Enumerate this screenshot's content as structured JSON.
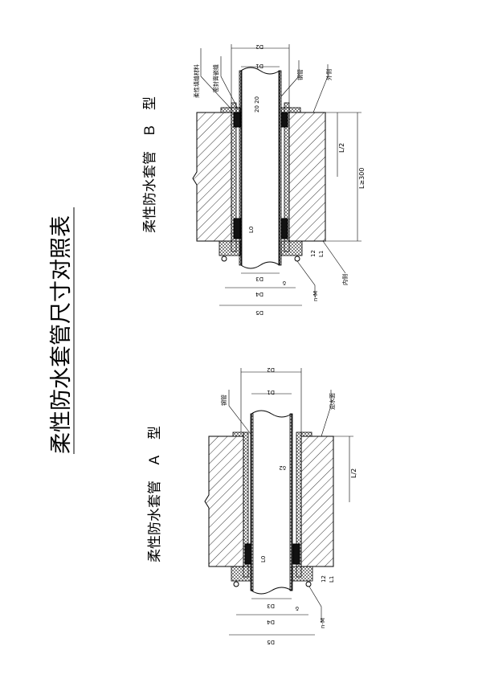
{
  "title": "柔性防水套管尺寸对照表",
  "drawings": [
    {
      "id": "A",
      "caption": "柔性防水套管　Ａ　型",
      "labels": {
        "d1": "D1",
        "d2": "D2",
        "d3": "D3",
        "d4": "D4",
        "d5": "D5",
        "half": "L/2",
        "l0": "L0",
        "l1": "L1",
        "twelve": "12",
        "delta": "δ",
        "nm": "n-M",
        "steel": "钢管",
        "face": "迎水面",
        "b2": "δ2"
      }
    },
    {
      "id": "B",
      "caption": "柔性防水套管　Ｂ　型",
      "labels": {
        "d1": "D1",
        "d2": "D2",
        "d3": "D3",
        "d4": "D4",
        "d5": "D5",
        "half": "L/2",
        "total": "L≥300",
        "l0": "L0",
        "l1": "L1",
        "twelve": "12",
        "dims": "20 20",
        "delta": "δ",
        "nm": "n-M",
        "filler": "柔性填缝材料",
        "sealant": "密封膏嵌缝",
        "steel": "钢管",
        "outer": "外侧",
        "inner": "内侧"
      }
    }
  ]
}
